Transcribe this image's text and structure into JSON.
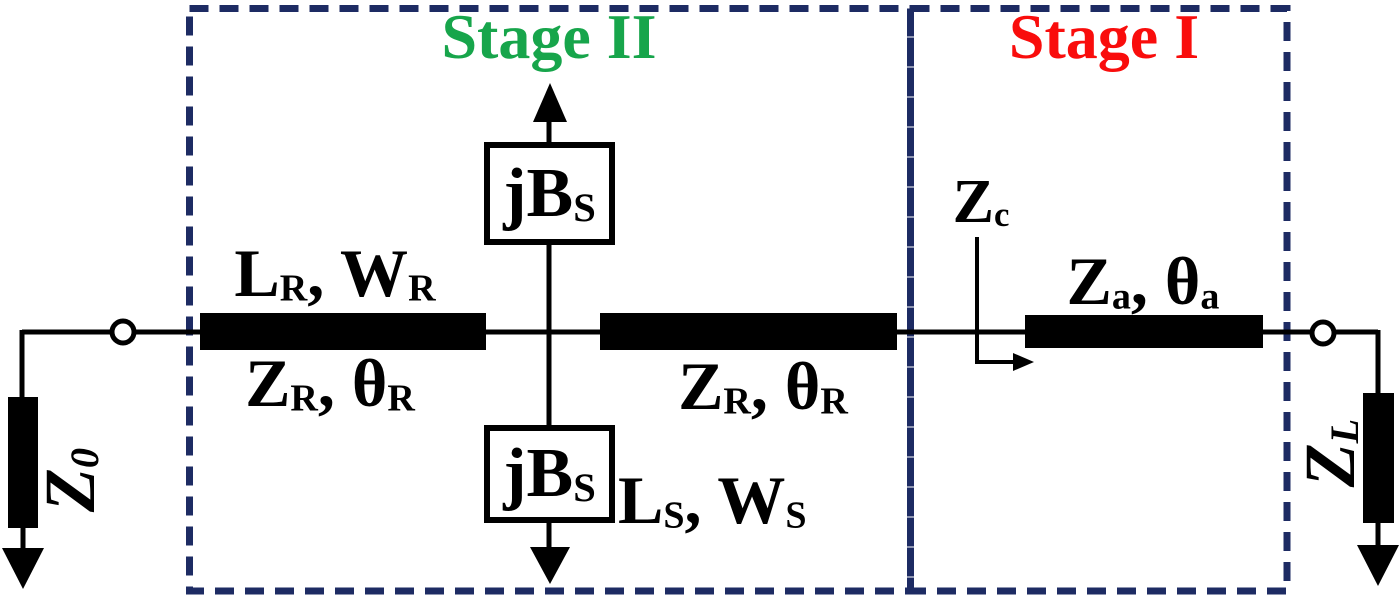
{
  "stage2": {
    "title": "Stage II",
    "color": "#17a54b"
  },
  "stage1": {
    "title": "Stage I",
    "color": "#f90d0c"
  },
  "colors": {
    "dash_navy": "#1d2b63",
    "ink": "#000000",
    "stage2_green": "#17a54b",
    "stage1_red": "#f90d0c"
  },
  "labels": {
    "left_line_dims": {
      "base1": "L",
      "sub1": "R",
      "base2": ", W",
      "sub2": "R"
    },
    "left_line_params": {
      "base1": "Z",
      "sub1": "R",
      "base2": ", θ",
      "sub2": "R"
    },
    "mid_line_params": {
      "base1": "Z",
      "sub1": "R",
      "base2": ", θ",
      "sub2": "R"
    },
    "shunt_top": {
      "base1": "jB",
      "sub1": "S"
    },
    "shunt_bottom": {
      "base1": "jB",
      "sub1": "S"
    },
    "shunt_dims": {
      "base1": "L",
      "sub1": "S",
      "base2": ", W",
      "sub2": "S"
    },
    "ref_impedance": {
      "base1": "Z",
      "sub1": "c"
    },
    "right_line_params": {
      "base1": "Z",
      "sub1": "a",
      "base2": ", θ",
      "sub2": "a"
    },
    "source_impedance": {
      "base1": "Z",
      "sub1": "0"
    },
    "load_impedance": {
      "base1": "Z",
      "sub1": "L"
    }
  }
}
